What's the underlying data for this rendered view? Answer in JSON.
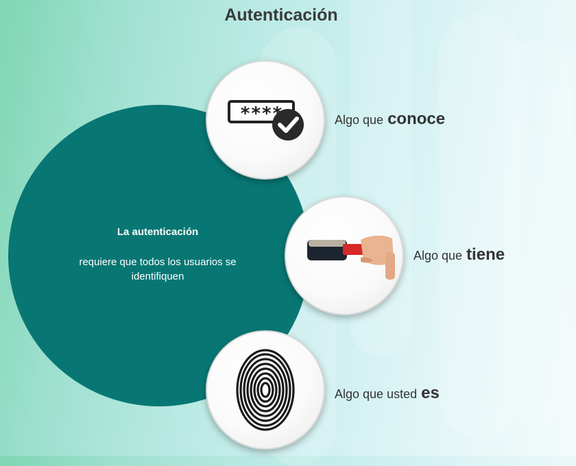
{
  "title": "Autenticación",
  "center": {
    "heading": "La autenticación",
    "body": "requiere que todos los usuarios se identifiquen"
  },
  "factors": [
    {
      "prefix": "Algo que",
      "emphasis": "conoce",
      "icon": "password-check-icon"
    },
    {
      "prefix": "Algo que",
      "emphasis": "tiene",
      "icon": "smart-card-icon"
    },
    {
      "prefix": "Algo que usted",
      "emphasis": "es",
      "icon": "fingerprint-icon"
    }
  ],
  "password_mask": "****",
  "colors": {
    "main_circle": "#087774",
    "title_text": "#3a3a3a",
    "label_text": "#333333"
  }
}
